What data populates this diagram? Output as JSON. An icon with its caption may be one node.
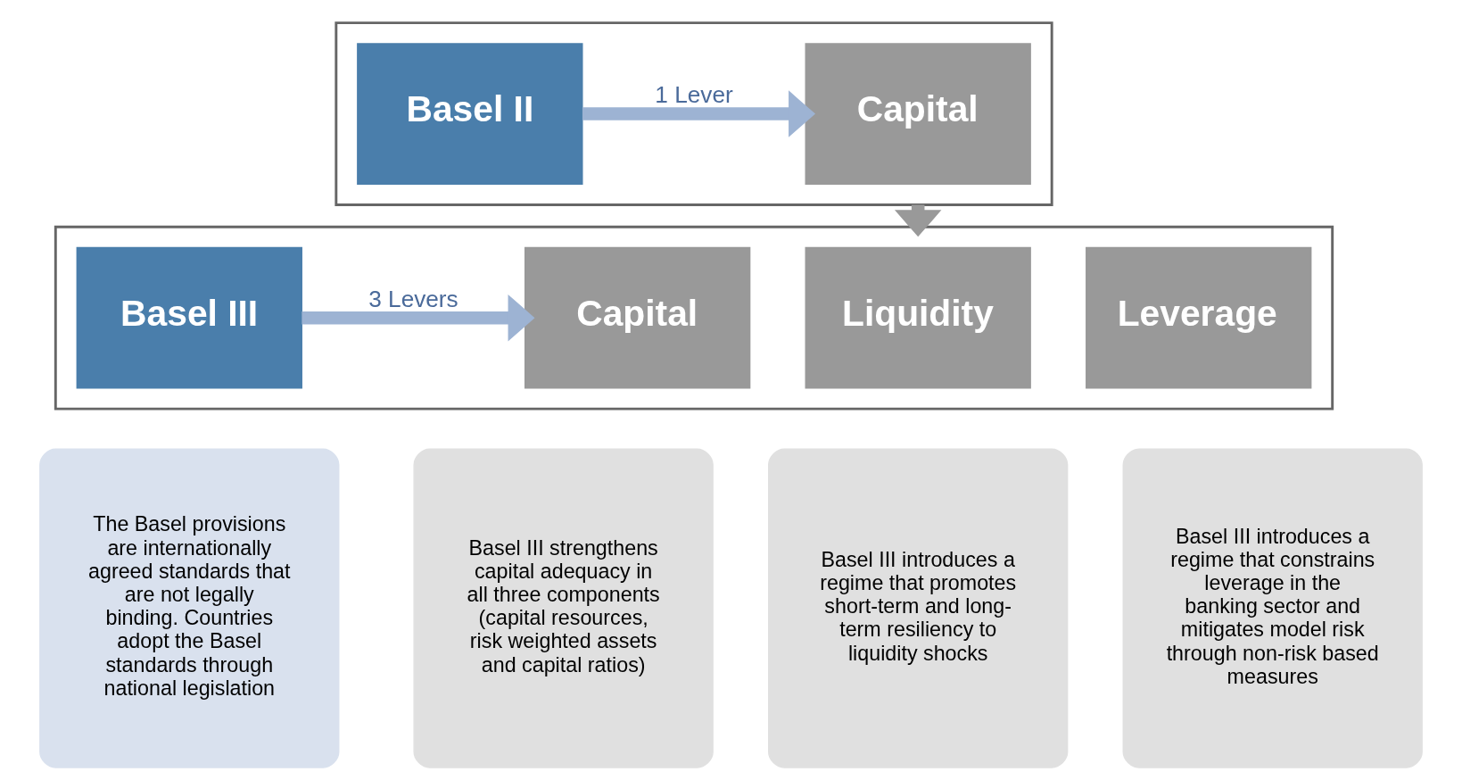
{
  "diagram": {
    "nodes": [
      {
        "text": [],
        "shape": "box"
      },
      {
        "text": [
          "Basel II"
        ],
        "in": 0
      },
      {
        "text": [
          "Capital"
        ],
        "in": 0
      },
      {
        "text": [],
        "shape": "box"
      },
      {
        "text": [
          "Basel III"
        ],
        "in": 3
      },
      {
        "text": [
          "Capital"
        ],
        "in": 3
      },
      {
        "text": [
          "Liquidity"
        ],
        "in": 3
      },
      {
        "text": [
          "Leverage"
        ],
        "in": 3
      },
      {
        "text": [
          "The Basel provisions are internationally agreed standards that are not legally binding. Countries adopt the Basel standards through national legislation"
        ]
      },
      {
        "text": [
          "Basel III strengthens capital adequacy in all three components (capital resources, risk weighted assets and capital ratios)"
        ]
      },
      {
        "text": [
          "Basel III introduces a regime that promotes short-term and long-term resiliency to liquidity shocks"
        ]
      },
      {
        "text": [
          "Basel III introduces a regime that constrains leverage in the banking sector and mitigates model risk through non-risk based measures"
        ]
      }
    ],
    "edges": [
      {
        "from": 1,
        "to": 2,
        "label": "1 Lever",
        "arrow": "to",
        "color": "#9db3d3"
      },
      {
        "from": 0,
        "to": 3,
        "arrow": "to",
        "color": "#999999"
      },
      {
        "from": 4,
        "to": 5,
        "label": "3 Levers",
        "arrow": "to",
        "color": "#9db3d3"
      }
    ]
  }
}
